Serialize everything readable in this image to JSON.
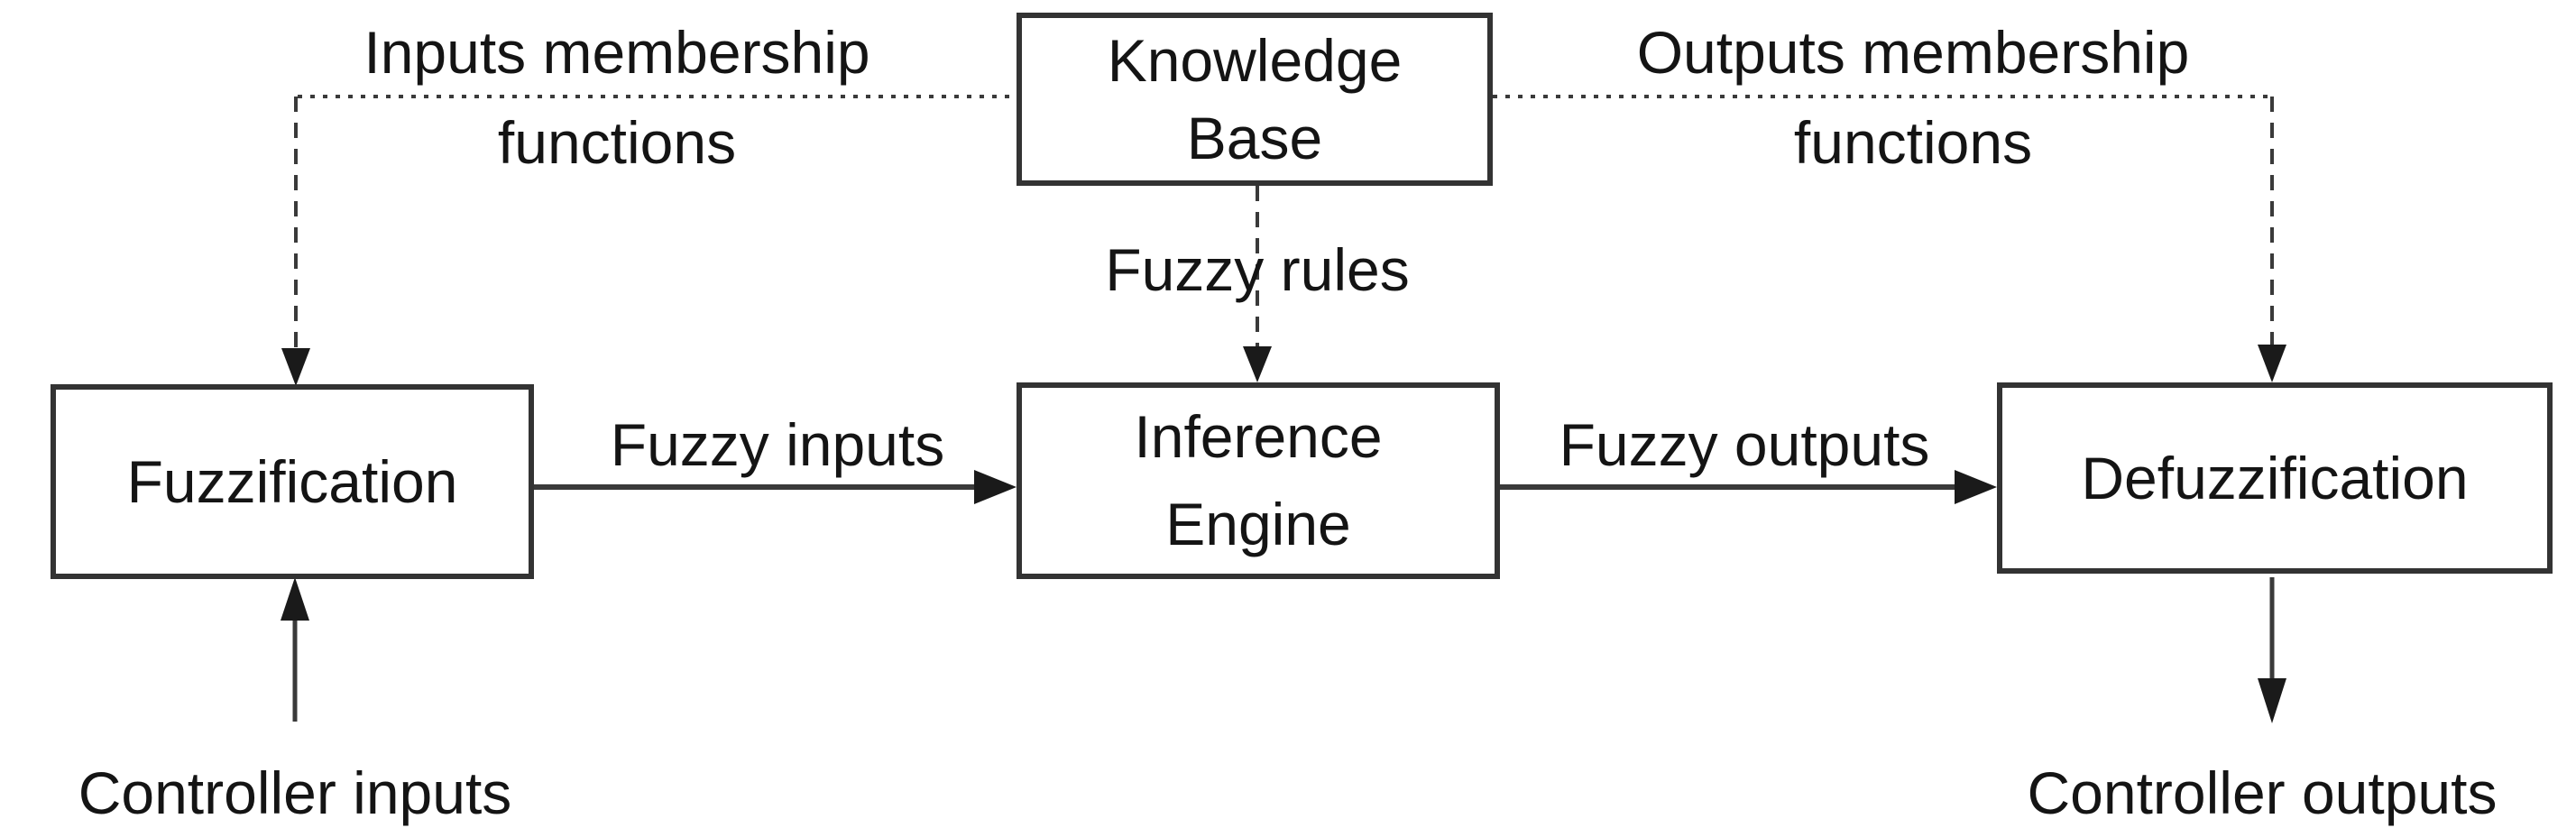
{
  "diagram": {
    "description": "Block diagram of a fuzzy logic controller",
    "boxes": {
      "knowledge_base": {
        "line1": "Knowledge",
        "line2": "Base"
      },
      "fuzzification": {
        "label": "Fuzzification"
      },
      "inference_engine": {
        "line1": "Inference",
        "line2": "Engine"
      },
      "defuzzification": {
        "label": "Defuzzification"
      }
    },
    "labels": {
      "inputs_membership": {
        "line1": "Inputs membership",
        "line2": "functions"
      },
      "outputs_membership": {
        "line1": "Outputs membership",
        "line2": "functions"
      },
      "fuzzy_rules": "Fuzzy rules",
      "fuzzy_inputs": "Fuzzy inputs",
      "fuzzy_outputs": "Fuzzy outputs",
      "controller_inputs": "Controller inputs",
      "controller_outputs": "Controller outputs"
    },
    "edges": [
      {
        "from": "knowledge-base",
        "to": "fuzzification",
        "label": "Inputs membership functions",
        "style": "dashed-arrow"
      },
      {
        "from": "knowledge-base",
        "to": "inference-engine",
        "label": "Fuzzy rules",
        "style": "dashed-arrow"
      },
      {
        "from": "knowledge-base",
        "to": "defuzzification",
        "label": "Outputs membership functions",
        "style": "dashed-arrow"
      },
      {
        "from": "fuzzification",
        "to": "inference-engine",
        "label": "Fuzzy inputs",
        "style": "solid-arrow"
      },
      {
        "from": "inference-engine",
        "to": "defuzzification",
        "label": "Fuzzy outputs",
        "style": "solid-arrow"
      },
      {
        "from": "controller-inputs",
        "to": "fuzzification",
        "label": "Controller inputs",
        "style": "solid-arrow"
      },
      {
        "from": "defuzzification",
        "to": "controller-outputs",
        "label": "Controller outputs",
        "style": "solid-arrow"
      }
    ],
    "colors": {
      "background": "#ffffff",
      "box_border": "#333333",
      "line": "#3a3a3a",
      "text": "#141414"
    }
  }
}
